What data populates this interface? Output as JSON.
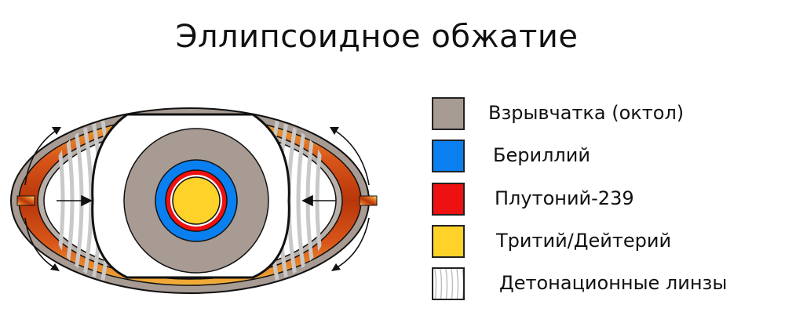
{
  "title": "Эллипсоидное обжатие",
  "legend": [
    {
      "label": "Взрывчатка (октол)",
      "color": "#a79b93",
      "pattern": "solid"
    },
    {
      "label": "Бериллий",
      "color": "#0a7ff0",
      "pattern": "solid"
    },
    {
      "label": "Плутоний-239",
      "color": "#ee1111",
      "pattern": "solid"
    },
    {
      "label": "Тритий/Дейтерий",
      "color": "#ffd22a",
      "pattern": "solid"
    },
    {
      "label": "Детонационные линзы",
      "color": "#dcdcdc",
      "pattern": "lines"
    }
  ],
  "colors": {
    "explosive": "#a79b93",
    "beryllium": "#0a7ff0",
    "plutonium": "#ee1111",
    "tritium": "#ffd22a",
    "lens_lines": "#cfcfcf",
    "outline": "#111111",
    "detonator_orange": "#e5772a",
    "detonator_dark": "#b8360a",
    "detonator_light": "#fbe27a"
  },
  "icons": [
    "arrow-left-icon",
    "arrow-right-icon",
    "curved-arrow-icon"
  ]
}
